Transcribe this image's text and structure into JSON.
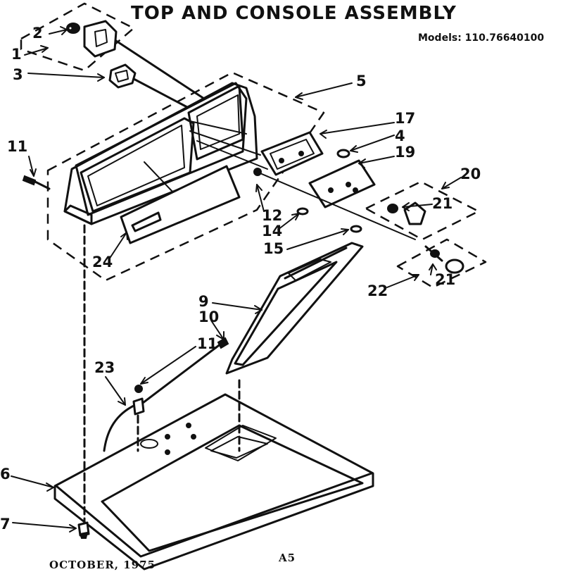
{
  "title": "TOP AND CONSOLE ASSEMBLY",
  "models": "Models: 110.76640100",
  "footer": {
    "date": "OCTOBER, 1975",
    "page_code": "A5"
  },
  "callouts": [
    "1",
    "2",
    "3",
    "4",
    "5",
    "6",
    "7",
    "9",
    "10",
    "11",
    "11",
    "12",
    "14",
    "15",
    "17",
    "19",
    "20",
    "21",
    "21",
    "22",
    "23",
    "24"
  ],
  "colors": {
    "ink": "#111111",
    "paper": "#ffffff"
  }
}
